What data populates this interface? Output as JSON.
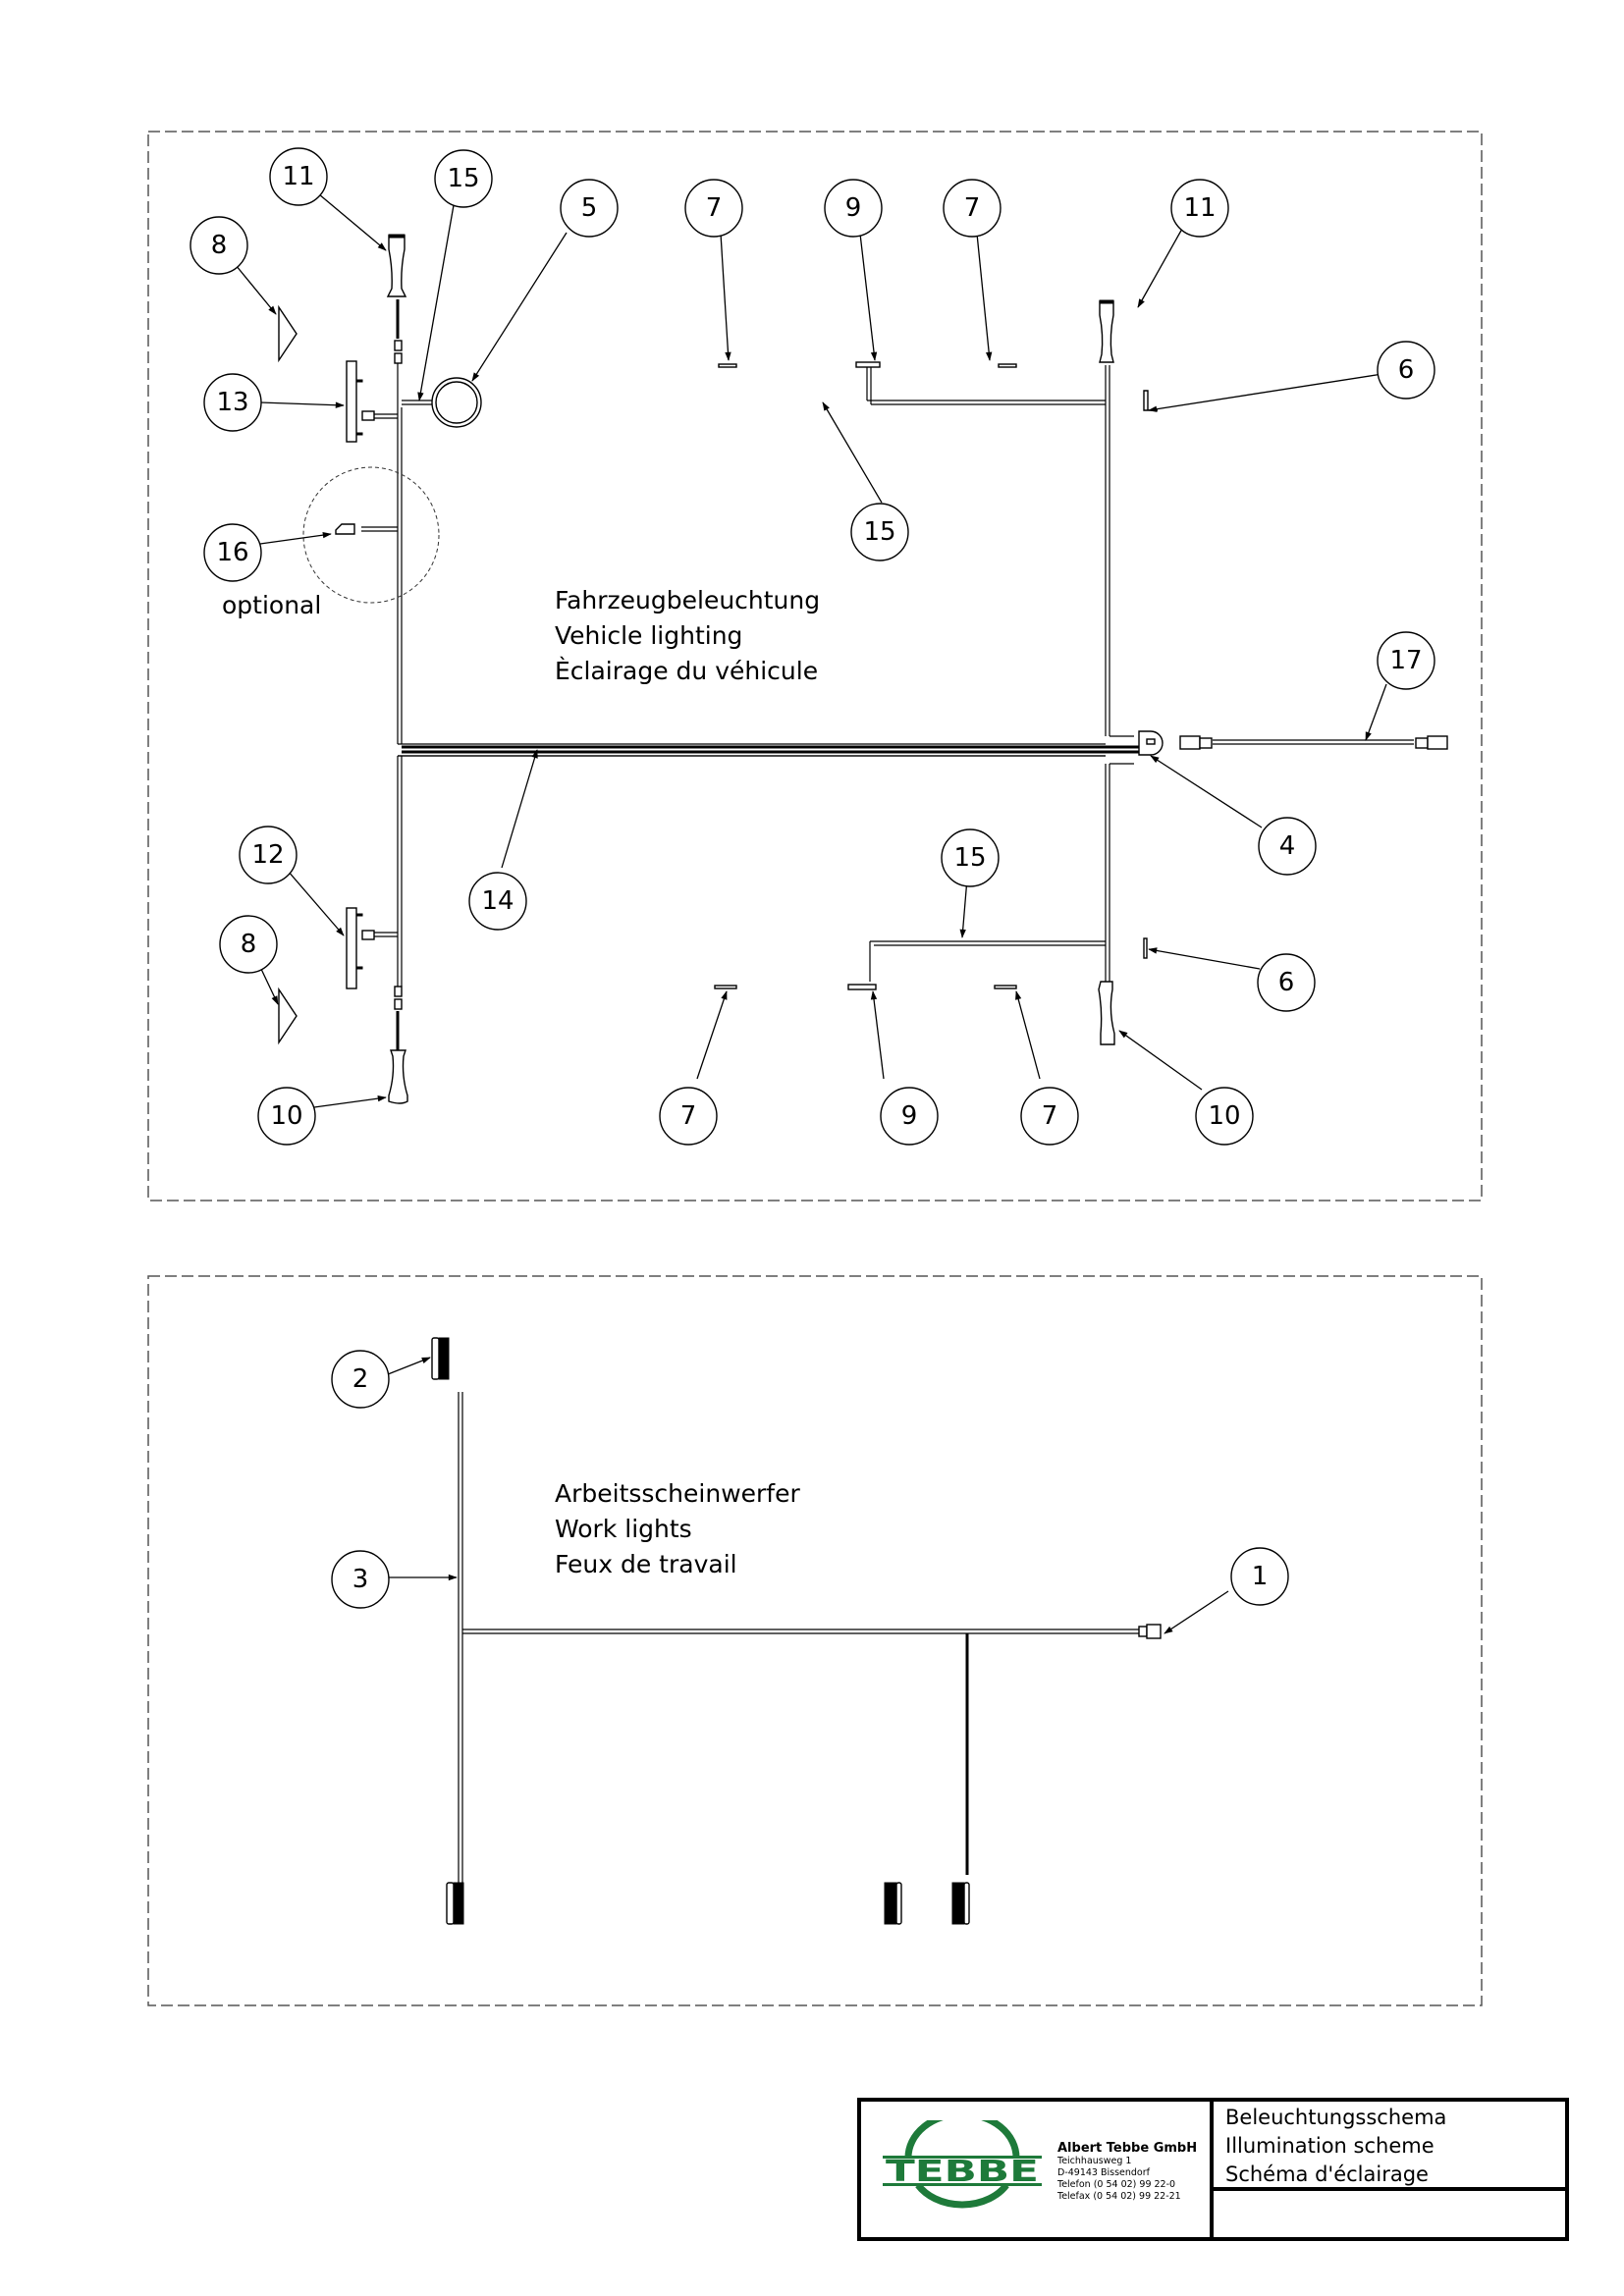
{
  "document": {
    "type": "Wiring / illumination schematic"
  },
  "vehicle_lighting": {
    "caption_lines": [
      "Fahrzeugbeleuchtung",
      "Vehicle lighting",
      "Èclairage du véhicule"
    ],
    "optional_label": "optional",
    "callouts": [
      "11",
      "15",
      "5",
      "7",
      "9",
      "7",
      "11",
      "8",
      "13",
      "6",
      "15",
      "16",
      "17",
      "4",
      "12",
      "14",
      "8",
      "15",
      "6",
      "10",
      "7",
      "9",
      "7",
      "10"
    ]
  },
  "work_lights": {
    "caption_lines": [
      "Arbeitsscheinwerfer",
      "Work lights",
      "Feux de travail"
    ],
    "callouts": [
      "2",
      "3",
      "1"
    ]
  },
  "title_block": {
    "company_name": "Albert Tebbe GmbH",
    "address_lines": [
      "Teichhausweg 1",
      "D-49143 Bissendorf",
      "Telefon (0 54 02) 99 22-0",
      "Telefax (0 54 02) 99 22-21"
    ],
    "logo_text": "TEBBE",
    "titles": [
      "Beleuchtungsschema",
      "Illumination scheme",
      "Schéma d'éclairage"
    ],
    "brand_color": "#1e7a3a"
  }
}
